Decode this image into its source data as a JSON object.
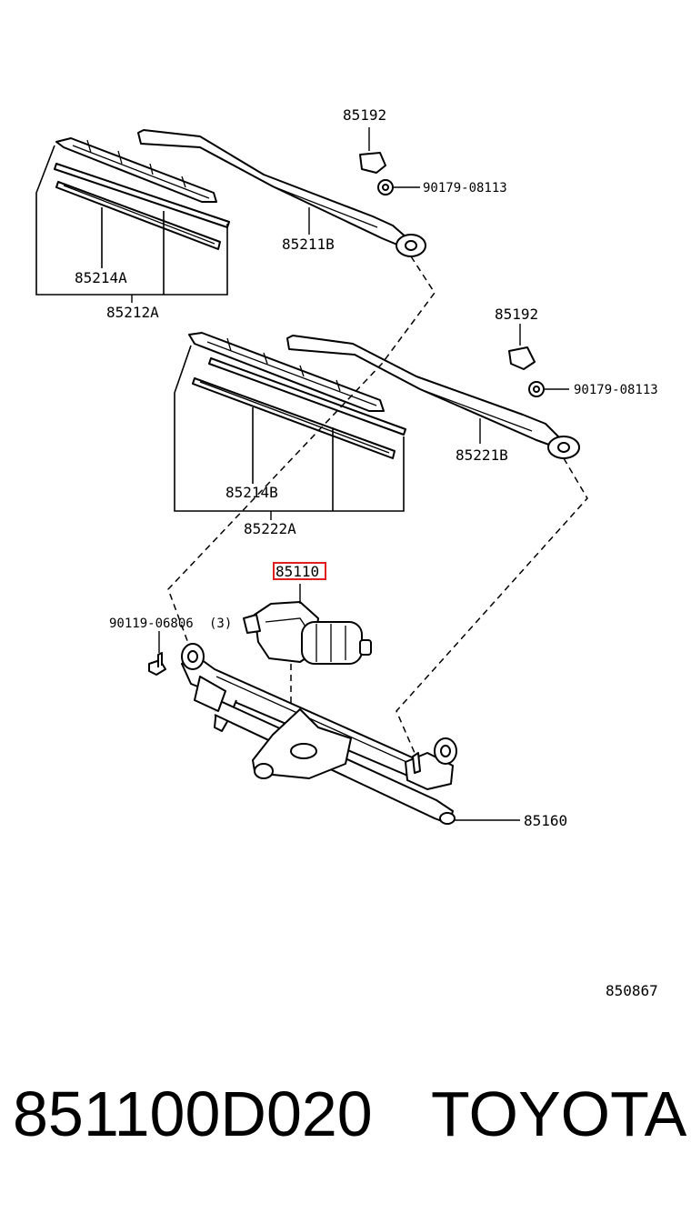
{
  "labels": {
    "cap_upper": "85192",
    "nut_upper": "90179-08113",
    "arm_right": "85211B",
    "refill_right": "85214A",
    "blade_right": "85212A",
    "cap_lower": "85192",
    "nut_lower": "90179-08113",
    "arm_left": "85221B",
    "refill_left": "85214B",
    "blade_left": "85222A",
    "motor": "85110",
    "bolt": "90119-06806",
    "bolt_qty": "(3)",
    "linkage": "85160",
    "diagram_code": "850867"
  },
  "footer": {
    "part_number": "851100D020",
    "brand": "TOYOTA"
  },
  "colors": {
    "line": "#000000",
    "highlight": "#e02020",
    "background": "#ffffff"
  }
}
